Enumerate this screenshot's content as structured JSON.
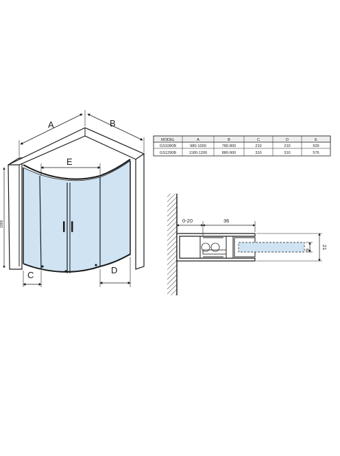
{
  "shower_drawing": {
    "labels": {
      "a": "A",
      "b": "B",
      "e": "E",
      "c": "C",
      "d": "D"
    },
    "height": "1900"
  },
  "spec_table": {
    "headers": [
      "MODEL",
      "A",
      "B",
      "C",
      "D",
      "E"
    ],
    "rows": [
      [
        "GS1080B",
        "980-1000",
        "780-800",
        "210",
        "210",
        "509"
      ],
      [
        "GS1290B",
        "1180-1200",
        "880-900",
        "310",
        "310",
        "576"
      ]
    ]
  },
  "profile_section": {
    "dims": {
      "adjust": "0-20",
      "profile_width": "36",
      "glass_thickness": "6",
      "profile_depth": "21"
    }
  },
  "colors": {
    "glass": "#cfe3f3",
    "line": "#1a1a1a",
    "wall_hatch": "#333333"
  }
}
